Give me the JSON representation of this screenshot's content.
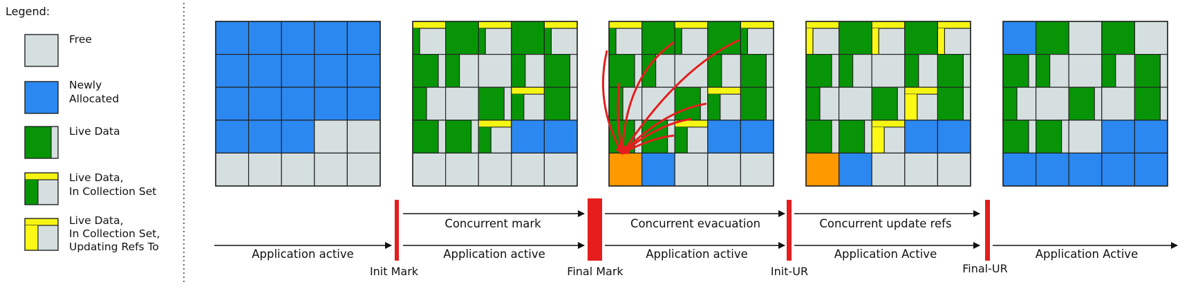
{
  "legend": {
    "title": "Legend:",
    "items": [
      {
        "key": "free",
        "lines": [
          "Free"
        ]
      },
      {
        "key": "new",
        "lines": [
          "Newly",
          "Allocated"
        ]
      },
      {
        "key": "live",
        "lines": [
          "Live Data"
        ]
      },
      {
        "key": "cset",
        "lines": [
          "Live Data,",
          "In Collection Set"
        ]
      },
      {
        "key": "updating",
        "lines": [
          "Live Data,",
          "In Collection Set,",
          "Updating Refs To"
        ]
      }
    ]
  },
  "colors": {
    "free": "#d6dfe0",
    "new": "#2b88f0",
    "live": "#079507",
    "cset_bar": "#f5f514",
    "updating": "#fbf915",
    "orange": "#ff9900",
    "red": "#e51d1d",
    "border": "#222222"
  },
  "phases": {
    "upper": [
      "Concurrent mark",
      "Concurrent evacuation",
      "Concurrent update refs"
    ],
    "lower": [
      "Application active",
      "Application active",
      "Application active",
      "Application Active",
      "Application Active"
    ]
  },
  "pauses": [
    "Init Mark",
    "Final Mark",
    "Init-UR",
    "Final-UR"
  ],
  "heaps": [
    {
      "name": "initial",
      "cells": [
        [
          "N",
          "N",
          "N",
          "N",
          "N"
        ],
        [
          "N",
          "N",
          "N",
          "N",
          "N"
        ],
        [
          "N",
          "N",
          "N",
          "N",
          "N"
        ],
        [
          "N",
          "N",
          "N",
          "F",
          "F"
        ],
        [
          "F",
          "F",
          "F",
          "F",
          "F"
        ]
      ]
    },
    {
      "name": "after-mark",
      "cells": [
        [
          "C1",
          "L",
          "C1",
          "L",
          "C1"
        ],
        [
          "L1",
          "L2",
          "F",
          "L2",
          "L1"
        ],
        [
          "L2",
          "F",
          "L1",
          "C2",
          "L1"
        ],
        [
          "L1",
          "L1",
          "C3",
          "N",
          "N"
        ],
        [
          "F",
          "F",
          "F",
          "F",
          "F"
        ]
      ]
    },
    {
      "name": "evacuation",
      "cells": [
        [
          "C1",
          "L",
          "C1",
          "L",
          "C1"
        ],
        [
          "L1",
          "L2",
          "F",
          "L2",
          "L1"
        ],
        [
          "L2",
          "F",
          "L1",
          "C2",
          "L1"
        ],
        [
          "L1",
          "L1",
          "C3",
          "N",
          "N"
        ],
        [
          "O",
          "N",
          "F",
          "F",
          "F"
        ]
      ]
    },
    {
      "name": "update-refs",
      "cells": [
        [
          "U1",
          "L",
          "U1",
          "L",
          "U1"
        ],
        [
          "L1",
          "L2",
          "F",
          "L2",
          "L1"
        ],
        [
          "L2",
          "F",
          "L1",
          "U2",
          "L1"
        ],
        [
          "L1",
          "L1",
          "U3",
          "N",
          "N"
        ],
        [
          "O",
          "N",
          "F",
          "F",
          "F"
        ]
      ]
    },
    {
      "name": "final",
      "cells": [
        [
          "N",
          "L",
          "F",
          "L",
          "F"
        ],
        [
          "L1",
          "L2",
          "F",
          "L2",
          "L1"
        ],
        [
          "L2",
          "F",
          "L1",
          "F",
          "L1"
        ],
        [
          "L1",
          "L1",
          "F",
          "N",
          "N"
        ],
        [
          "N",
          "N",
          "N",
          "N",
          "N"
        ]
      ]
    }
  ]
}
